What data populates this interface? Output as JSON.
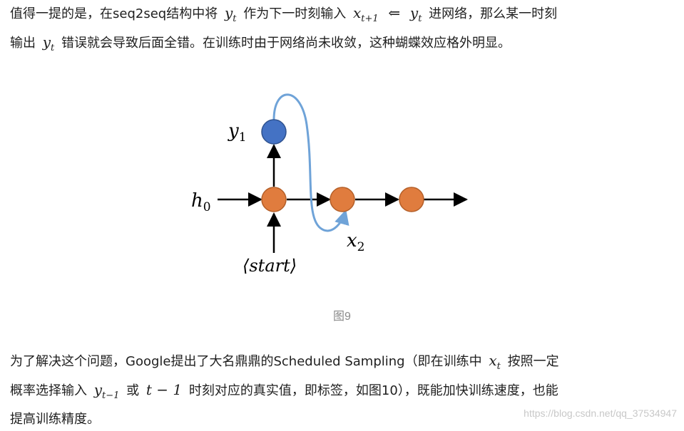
{
  "para1": {
    "line1": {
      "t1": "值得一提的是，在seq2seq结构中将",
      "m1": "y",
      "m1_sub": "t",
      "t2": "作为下一时刻输入",
      "m2": "x",
      "m2_sub": "t+1",
      "arrow": "⇐",
      "m3": "y",
      "m3_sub": "t",
      "t3": "进网络，那么某一时刻"
    },
    "line2": {
      "t1": "输出",
      "m1": "y",
      "m1_sub": "t",
      "t2": "错误就会导致后面全错。在训练时由于网络尚未收敛，这种蝴蝶效应格外明显。"
    }
  },
  "figure": {
    "labels": {
      "y1": "y",
      "y1_sub": "1",
      "h0": "h",
      "h0_sub": "0",
      "x2": "x",
      "x2_sub": "2",
      "start": "⟨start⟩"
    },
    "colors": {
      "orange": "#E07C3E",
      "blue": "#4472C4",
      "curve": "#6FA3D8",
      "arrow": "#000000"
    }
  },
  "caption": "图9",
  "para2": {
    "line1": {
      "t1": "为了解决这个问题，Google提出了大名鼎鼎的Scheduled Sampling（即在训练中",
      "m1": "x",
      "m1_sub": "t",
      "t2": "按照一定"
    },
    "line2": {
      "t1": "概率选择输入",
      "m1": "y",
      "m1_sub": "t−1",
      "t2": "或",
      "m2": "t − 1",
      "t3": "时刻对应的真实值，即标签，如图10），既能加快训练速度，也能"
    },
    "line3": {
      "t1": "提高训练精度。"
    }
  },
  "watermark": "https://blog.csdn.net/qq_37534947"
}
